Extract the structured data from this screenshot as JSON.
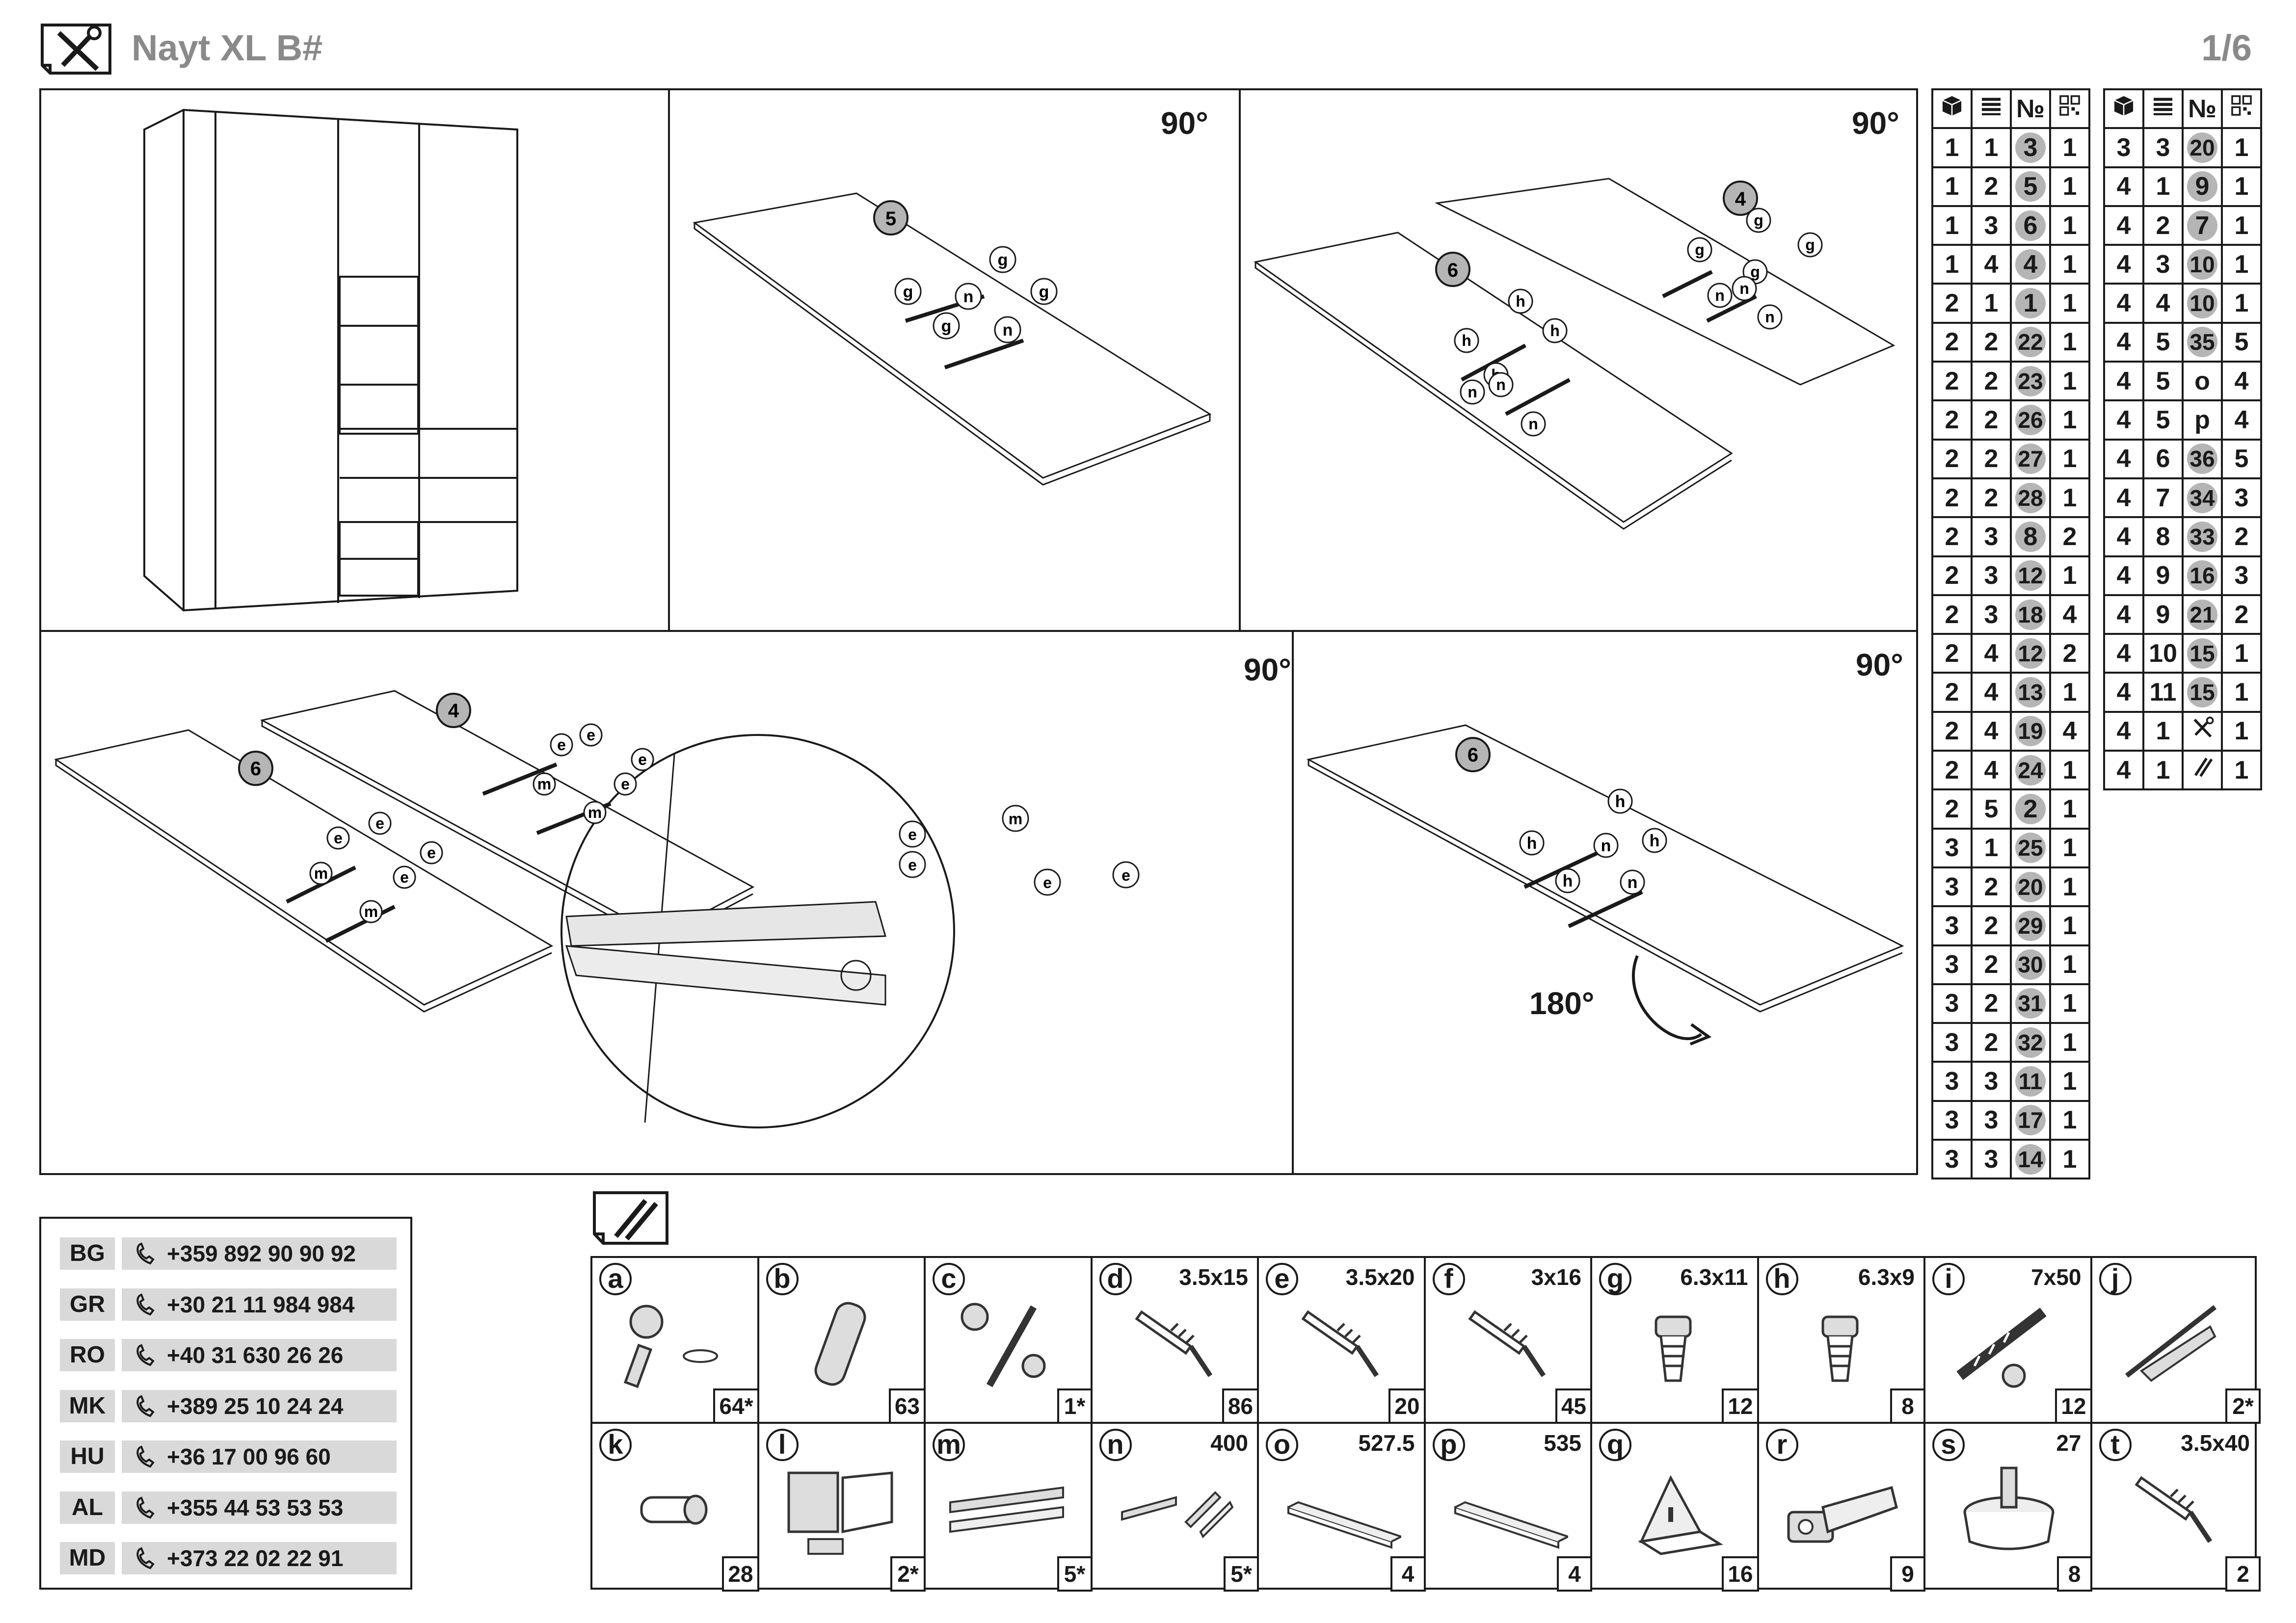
{
  "header": {
    "title": "Nayt XL B#",
    "page": "1/6"
  },
  "steps": {
    "rotations": [
      "90°",
      "90°",
      "90°",
      "90°",
      "180°"
    ],
    "panel_labels": [
      "5",
      "4",
      "6",
      "4",
      "6",
      "6"
    ]
  },
  "parts_table_headers": [
    "box-icon",
    "stack-icon",
    "№",
    "qr-icon"
  ],
  "parts_table_left": [
    [
      "1",
      "1",
      "3",
      "1"
    ],
    [
      "1",
      "2",
      "5",
      "1"
    ],
    [
      "1",
      "3",
      "6",
      "1"
    ],
    [
      "1",
      "4",
      "4",
      "1"
    ],
    [
      "2",
      "1",
      "1",
      "1"
    ],
    [
      "2",
      "2",
      "22",
      "1"
    ],
    [
      "2",
      "2",
      "23",
      "1"
    ],
    [
      "2",
      "2",
      "26",
      "1"
    ],
    [
      "2",
      "2",
      "27",
      "1"
    ],
    [
      "2",
      "2",
      "28",
      "1"
    ],
    [
      "2",
      "3",
      "8",
      "2"
    ],
    [
      "2",
      "3",
      "12",
      "1"
    ],
    [
      "2",
      "3",
      "18",
      "4"
    ],
    [
      "2",
      "4",
      "12",
      "2"
    ],
    [
      "2",
      "4",
      "13",
      "1"
    ],
    [
      "2",
      "4",
      "19",
      "4"
    ],
    [
      "2",
      "4",
      "24",
      "1"
    ],
    [
      "2",
      "5",
      "2",
      "1"
    ],
    [
      "3",
      "1",
      "25",
      "1"
    ],
    [
      "3",
      "2",
      "20",
      "1"
    ],
    [
      "3",
      "2",
      "29",
      "1"
    ],
    [
      "3",
      "2",
      "30",
      "1"
    ],
    [
      "3",
      "2",
      "31",
      "1"
    ],
    [
      "3",
      "2",
      "32",
      "1"
    ],
    [
      "3",
      "3",
      "11",
      "1"
    ],
    [
      "3",
      "3",
      "17",
      "1"
    ],
    [
      "3",
      "3",
      "14",
      "1"
    ]
  ],
  "parts_table_right": [
    [
      "3",
      "3",
      "20",
      "1"
    ],
    [
      "4",
      "1",
      "9",
      "1"
    ],
    [
      "4",
      "2",
      "7",
      "1"
    ],
    [
      "4",
      "3",
      "10",
      "1"
    ],
    [
      "4",
      "4",
      "10",
      "1"
    ],
    [
      "4",
      "5",
      "35",
      "5"
    ],
    [
      "4",
      "5",
      "o",
      "4"
    ],
    [
      "4",
      "5",
      "p",
      "4"
    ],
    [
      "4",
      "6",
      "36",
      "5"
    ],
    [
      "4",
      "7",
      "34",
      "3"
    ],
    [
      "4",
      "8",
      "33",
      "2"
    ],
    [
      "4",
      "9",
      "16",
      "3"
    ],
    [
      "4",
      "9",
      "21",
      "2"
    ],
    [
      "4",
      "10",
      "15",
      "1"
    ],
    [
      "4",
      "11",
      "15",
      "1"
    ],
    [
      "4",
      "1",
      "tools-icon",
      "1"
    ],
    [
      "4",
      "1",
      "fittings-icon",
      "1"
    ]
  ],
  "contacts": [
    {
      "code": "BG",
      "phone": "+359 892 90 90 92"
    },
    {
      "code": "GR",
      "phone": "+30 21 11 984 984"
    },
    {
      "code": "RO",
      "phone": "+40 31 630 26 26"
    },
    {
      "code": "MK",
      "phone": "+389 25 10 24 24"
    },
    {
      "code": "HU",
      "phone": "+36 17 00 96 60"
    },
    {
      "code": "AL",
      "phone": "+355 44 53 53 53"
    },
    {
      "code": "MD",
      "phone": "+373 22 02 22 91"
    }
  ],
  "hardware": [
    {
      "letter": "a",
      "size": "",
      "qty": "64*",
      "icon": "cam-lock-icon"
    },
    {
      "letter": "b",
      "size": "",
      "qty": "63",
      "icon": "dowel-icon"
    },
    {
      "letter": "c",
      "size": "",
      "qty": "1*",
      "icon": "cam-bolt-icon"
    },
    {
      "letter": "d",
      "size": "3.5x15",
      "qty": "86",
      "icon": "screw-icon"
    },
    {
      "letter": "e",
      "size": "3.5x20",
      "qty": "20",
      "icon": "screw-icon"
    },
    {
      "letter": "f",
      "size": "3x16",
      "qty": "45",
      "icon": "screw-icon"
    },
    {
      "letter": "g",
      "size": "6.3x11",
      "qty": "12",
      "icon": "euro-screw-icon"
    },
    {
      "letter": "h",
      "size": "6.3x9",
      "qty": "8",
      "icon": "euro-screw-icon"
    },
    {
      "letter": "i",
      "size": "7x50",
      "qty": "12",
      "icon": "confirmat-icon"
    },
    {
      "letter": "j",
      "size": "",
      "qty": "2*",
      "icon": "wall-plug-icon"
    },
    {
      "letter": "k",
      "size": "",
      "qty": "28",
      "icon": "shelf-pin-icon"
    },
    {
      "letter": "l",
      "size": "",
      "qty": "2*",
      "icon": "wall-bracket-icon"
    },
    {
      "letter": "m",
      "size": "",
      "qty": "5*",
      "icon": "drawer-runner-icon"
    },
    {
      "letter": "n",
      "size": "400",
      "qty": "5*",
      "icon": "drawer-slide-icon"
    },
    {
      "letter": "o",
      "size": "527.5",
      "qty": "4",
      "icon": "profile-icon"
    },
    {
      "letter": "p",
      "size": "535",
      "qty": "4",
      "icon": "profile-icon"
    },
    {
      "letter": "q",
      "size": "",
      "qty": "16",
      "icon": "corner-bracket-icon"
    },
    {
      "letter": "r",
      "size": "",
      "qty": "9",
      "icon": "hinge-icon"
    },
    {
      "letter": "s",
      "size": "27",
      "qty": "8",
      "icon": "leveling-foot-icon"
    },
    {
      "letter": "t",
      "size": "3.5x40",
      "qty": "2",
      "icon": "screw-icon"
    }
  ]
}
